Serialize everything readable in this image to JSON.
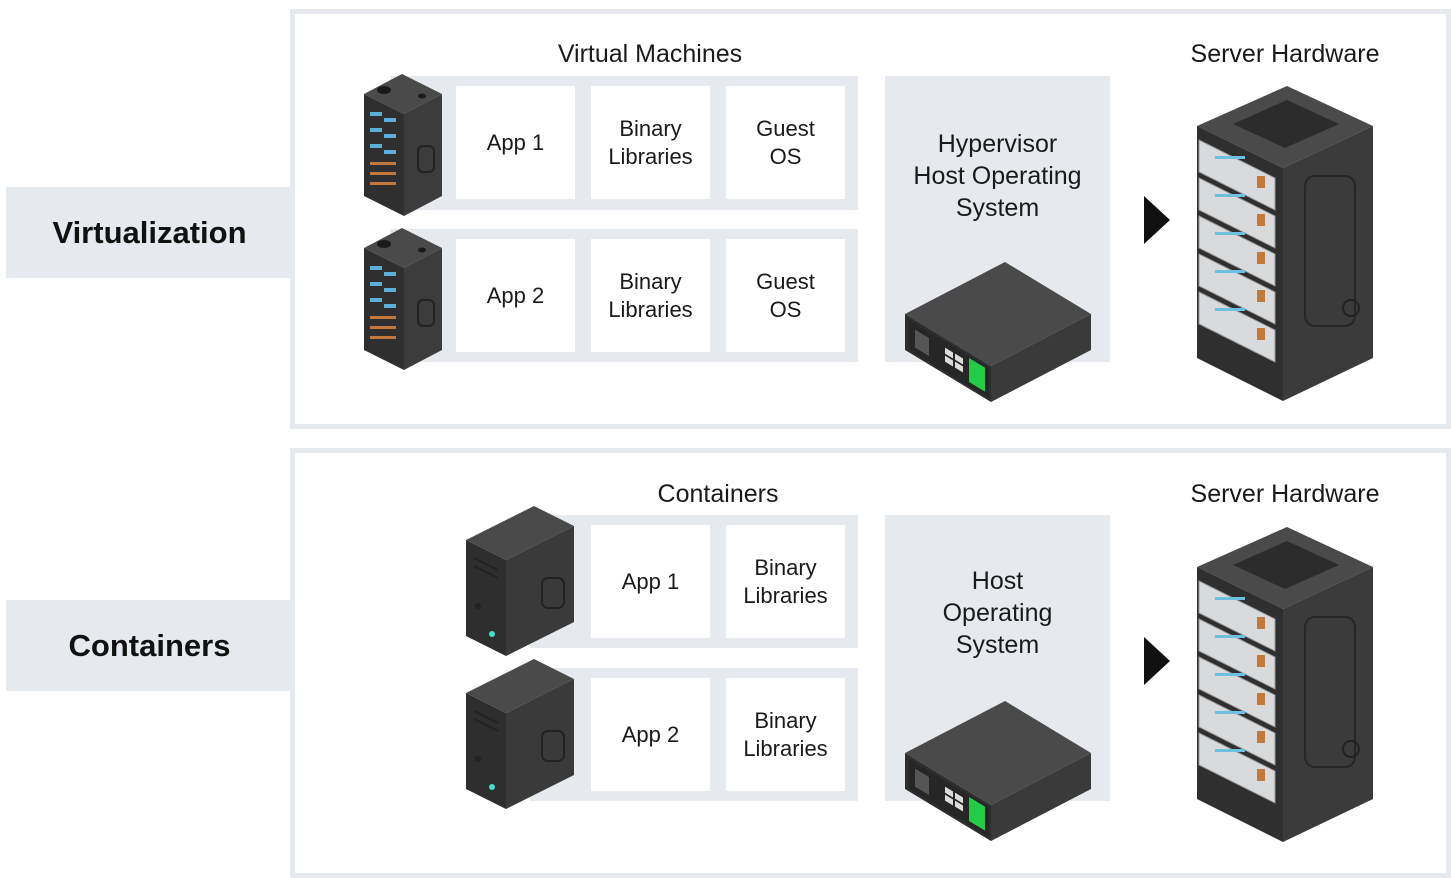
{
  "sections": {
    "virtualization": {
      "label": "Virtualization",
      "group_heading": "Virtual Machines",
      "rows": [
        {
          "app": "App 1",
          "libs": "Binary\nLibraries",
          "os": "Guest\nOS"
        },
        {
          "app": "App 2",
          "libs": "Binary\nLibraries",
          "os": "Guest\nOS"
        }
      ],
      "host": "Hypervisor\nHost Operating\nSystem",
      "hardware_heading": "Server Hardware"
    },
    "containers": {
      "label": "Containers",
      "group_heading": "Containers",
      "rows": [
        {
          "app": "App 1",
          "libs": "Binary\nLibraries"
        },
        {
          "app": "App 2",
          "libs": "Binary\nLibraries"
        }
      ],
      "host": "Host\nOperating\nSystem",
      "hardware_heading": "Server Hardware"
    }
  },
  "colors": {
    "band": "#e6e9ee",
    "server_dark": "#3a3a3a",
    "accent_green": "#22cc44",
    "accent_cyan": "#44ddcc"
  },
  "icons": [
    "rack-server-icon",
    "tower-pc-icon",
    "network-appliance-icon",
    "server-rack-large-icon",
    "arrow-right-icon"
  ]
}
